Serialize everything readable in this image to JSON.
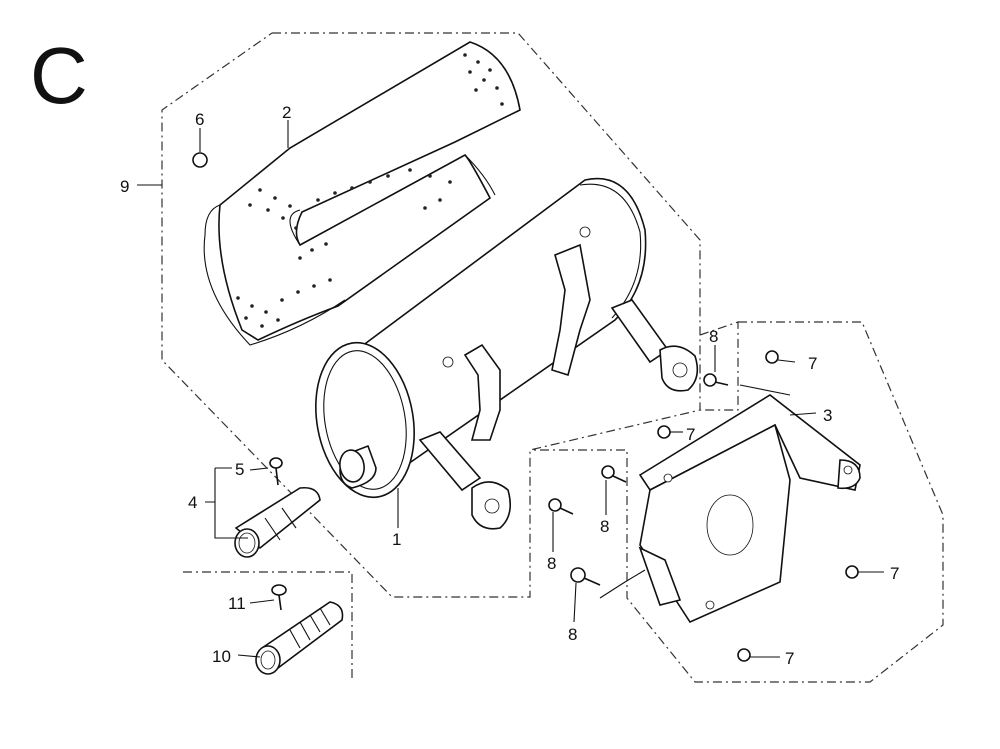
{
  "section_letter": "C",
  "callouts": {
    "c1": "1",
    "c2": "2",
    "c3": "3",
    "c4": "4",
    "c5": "5",
    "c6": "6",
    "c7a": "7",
    "c7b": "7",
    "c7c": "7",
    "c7d": "7",
    "c8a": "8",
    "c8b": "8",
    "c8c": "8",
    "c8d": "8",
    "c9": "9",
    "c10": "10",
    "c11": "11"
  }
}
